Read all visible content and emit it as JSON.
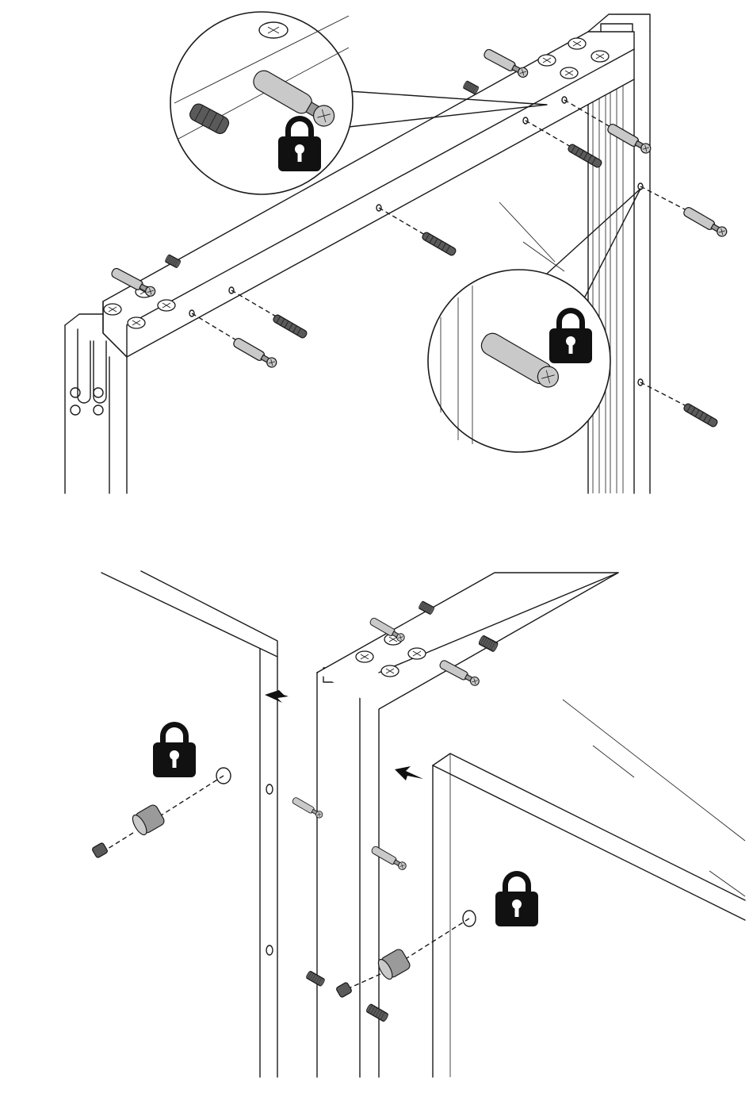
{
  "figure": {
    "colors": {
      "line": "#1a1a1a",
      "fitting_grey": "#9a9a9a",
      "dowel_dark": "#5a5a5a",
      "lock": "#111111",
      "background": "#ffffff"
    },
    "icons": [
      "lock-icon",
      "lock-icon",
      "lock-icon",
      "lock-icon"
    ],
    "steps": [
      {
        "name": "top-frame-assembly",
        "callouts": [
          "cam-bolt-detail",
          "cam-bolt-insert-detail"
        ]
      },
      {
        "name": "side-panel-joining"
      }
    ]
  }
}
